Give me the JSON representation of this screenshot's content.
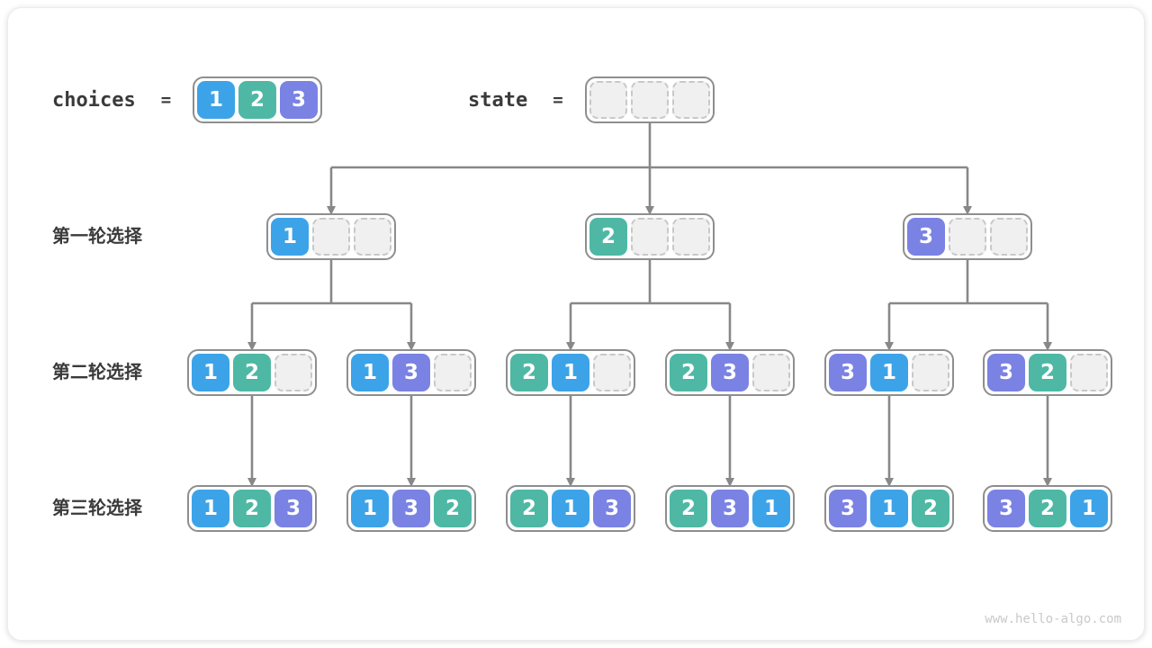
{
  "header": {
    "choices_label": "choices",
    "choices_eq": "=",
    "state_label": "state",
    "state_eq": "="
  },
  "choices_values": [
    1,
    2,
    3
  ],
  "state_values": [
    null,
    null,
    null
  ],
  "colors": {
    "1": "#3da3e8",
    "2": "#4eb8a5",
    "3": "#7a82e3",
    "empty_fill": "#f0f0f0",
    "empty_border": "#c8c8c8",
    "node_border": "#8e8e8e",
    "arrow": "#888888",
    "text": "#3a3a3a"
  },
  "rows": [
    {
      "label": "第一轮选择",
      "nodes": [
        [
          1,
          null,
          null
        ],
        [
          2,
          null,
          null
        ],
        [
          3,
          null,
          null
        ]
      ]
    },
    {
      "label": "第二轮选择",
      "nodes": [
        [
          1,
          2,
          null
        ],
        [
          1,
          3,
          null
        ],
        [
          2,
          1,
          null
        ],
        [
          2,
          3,
          null
        ],
        [
          3,
          1,
          null
        ],
        [
          3,
          2,
          null
        ]
      ]
    },
    {
      "label": "第三轮选择",
      "nodes": [
        [
          1,
          2,
          3
        ],
        [
          1,
          3,
          2
        ],
        [
          2,
          1,
          3
        ],
        [
          2,
          3,
          1
        ],
        [
          3,
          1,
          2
        ],
        [
          3,
          2,
          1
        ]
      ]
    }
  ],
  "watermark": "www.hello-algo.com"
}
